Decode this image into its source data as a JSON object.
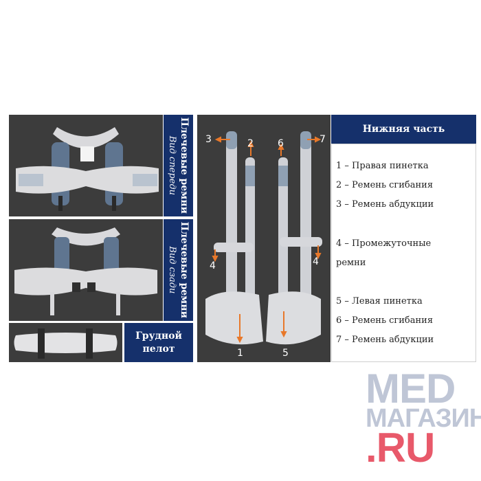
{
  "panels": {
    "shoulder_front": {
      "title": "Плечевые ремни",
      "subtitle": "Вид спереди"
    },
    "shoulder_back": {
      "title": "Плечевые ремни",
      "subtitle": "Вид сзади"
    },
    "chest": {
      "line1": "Грудной",
      "line2": "пелот"
    }
  },
  "legend": {
    "title": "Нижняя часть",
    "items": [
      "1 – Правая пинетка",
      "2 – Ремень сгибания",
      "3 – Ремень абдукции",
      "4 – Промежуточные",
      "ремни",
      "5 – Левая пинетка",
      "6 – Ремень сгибания",
      "7 – Ремень абдукции"
    ]
  },
  "markers": [
    "1",
    "2",
    "3",
    "4",
    "4",
    "5",
    "6",
    "7"
  ],
  "logo": {
    "line1": "MED",
    "line2": "МАГАЗИН",
    "line3": ".RU"
  },
  "colors": {
    "panel_bg": "#3c3c3c",
    "label_bg": "#15306b",
    "arrow": "#e8782a",
    "logo_grey": "#bfc6d6",
    "logo_red": "#e8596a"
  }
}
